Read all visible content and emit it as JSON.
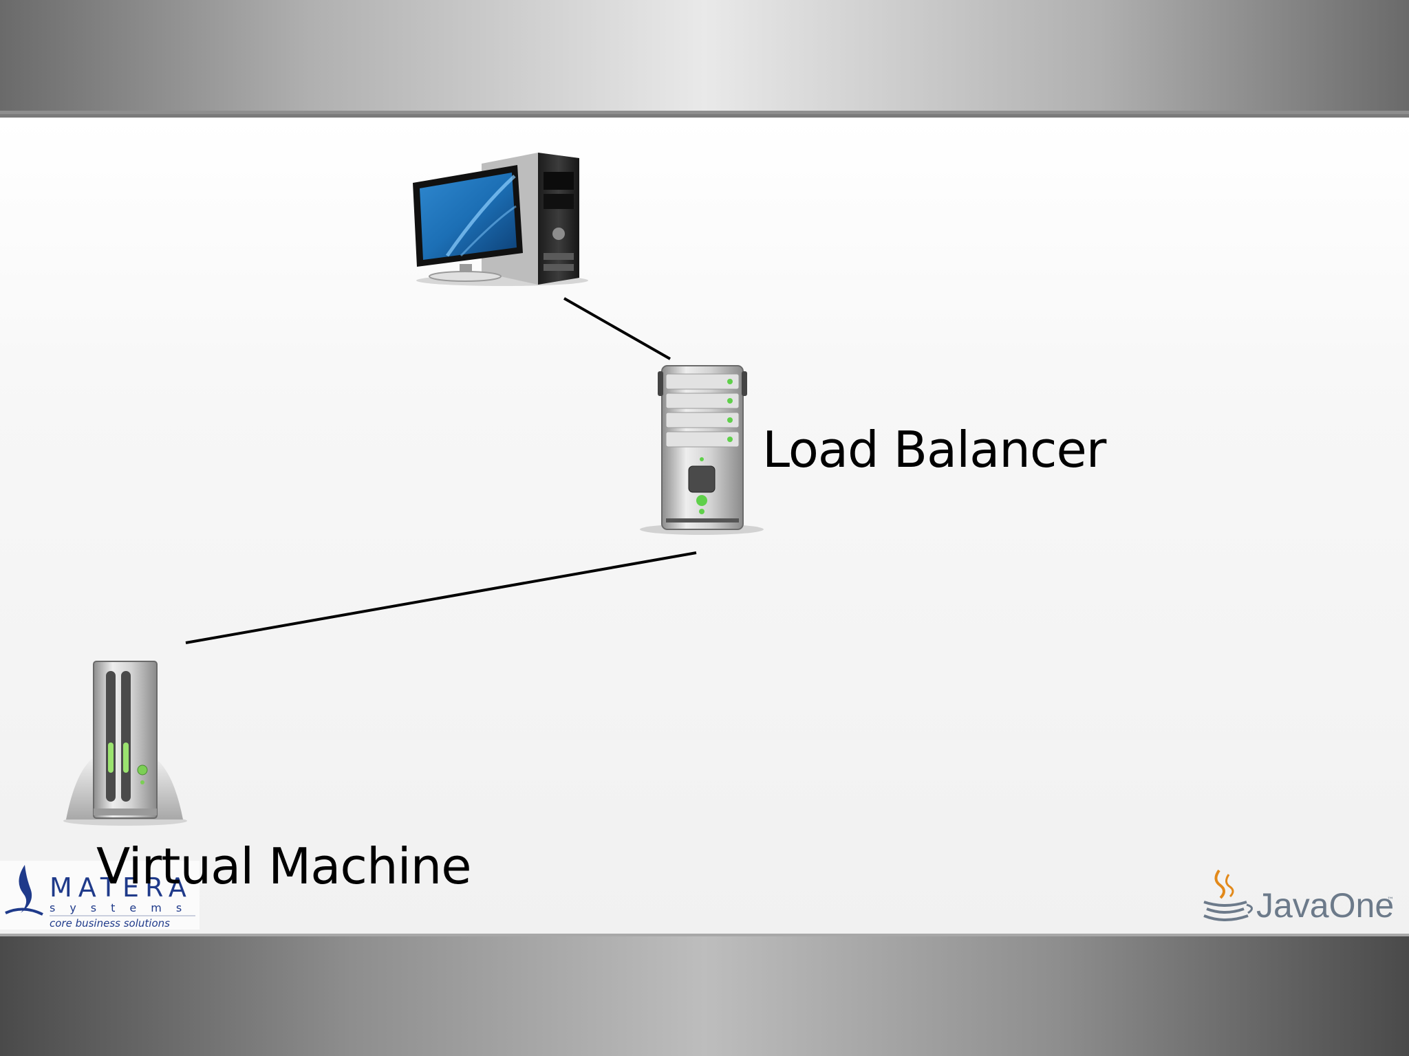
{
  "slide": {
    "nodes": {
      "client": {
        "icon": "desktop-computer-icon"
      },
      "load_balancer": {
        "label": "Load Balancer",
        "icon": "rack-server-icon"
      },
      "virtual_machine": {
        "label": "Virtual Machine",
        "icon": "tower-server-icon"
      }
    },
    "edges": [
      {
        "from": "client",
        "to": "load_balancer"
      },
      {
        "from": "load_balancer",
        "to": "virtual_machine"
      }
    ],
    "footer": {
      "left_logo": {
        "name": "MATERA",
        "sub": "systems",
        "tagline": "core business solutions",
        "color": "#1f3a8a"
      },
      "right_logo": {
        "name": "JavaOne",
        "color": "#6c7a8a"
      }
    },
    "colors": {
      "screen": "#1c6fb5",
      "led": "#5fd04a",
      "band": "#9a9a9a"
    }
  }
}
